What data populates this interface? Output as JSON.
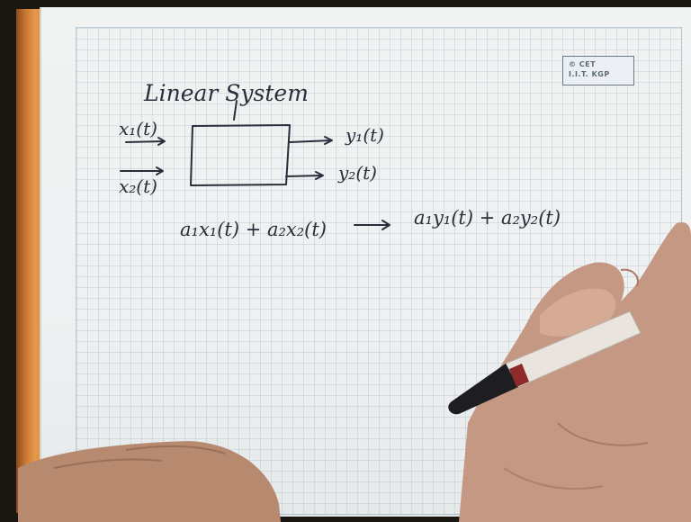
{
  "watermark": {
    "line1": "© CET",
    "line2": "I.I.T. KGP"
  },
  "handwriting": {
    "title": "Linear System",
    "input1": "x₁(t)",
    "input2": "x₂(t)",
    "output1": "y₁(t)",
    "output2": "y₂(t)",
    "equation_lhs": "a₁x₁(t) + a₂x₂(t)",
    "equation_rhs": "a₁y₁(t) + a₂y₂(t)"
  },
  "colors": {
    "paper": "#eef0f1",
    "ink": "#2a2e3a",
    "grid": "#96afbe",
    "pen_body": "#e8e4dc",
    "pen_tip": "#1c1c20",
    "skin": "#c69a82"
  }
}
